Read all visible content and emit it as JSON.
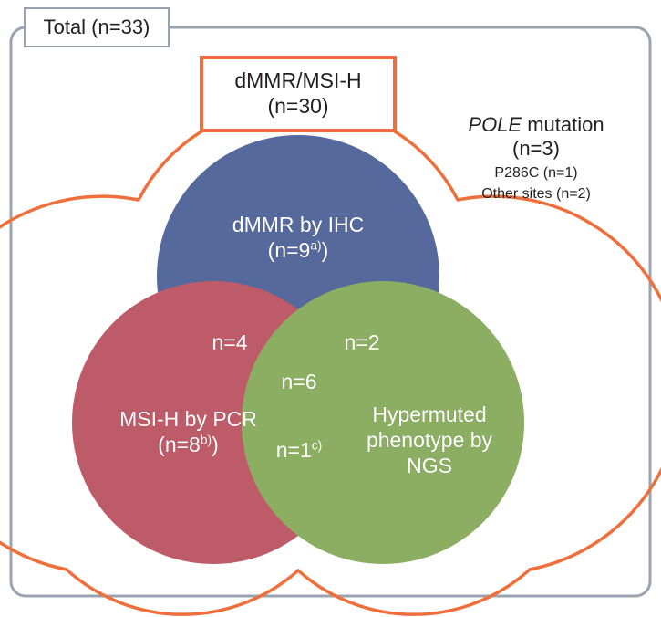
{
  "figure": {
    "type": "venn-diagram",
    "total_box": {
      "label": "Total (n=33)"
    },
    "category_box": {
      "line1": "dMMR/MSI-H",
      "line2": "(n=30)"
    },
    "pole": {
      "gene": "POLE",
      "word": " mutation",
      "count": "(n=3)",
      "detail1": "P286C (n=1)",
      "detail2": "Other sites (n=2)"
    },
    "sets": [
      {
        "id": "dmmr-ihc",
        "line1": "dMMR by IHC",
        "value_prefix": "(n=9",
        "value_sup": "a)",
        "value_suffix": ")",
        "color": "#56699c"
      },
      {
        "id": "msi-pcr",
        "line1": "MSI-H by PCR",
        "value_prefix": "(n=8",
        "value_sup": "b)",
        "value_suffix": ")",
        "color": "#bd5b69"
      },
      {
        "id": "hypermuted-ngs",
        "line1": "Hypermuted",
        "line2": "phenotype by",
        "line3": "NGS",
        "color": "#8cae63"
      }
    ],
    "intersections": [
      {
        "id": "ihc-pcr",
        "label": "n=4",
        "sup": ""
      },
      {
        "id": "ihc-ngs",
        "label": "n=2",
        "sup": ""
      },
      {
        "id": "all-three",
        "label": "n=6",
        "sup": ""
      },
      {
        "id": "pcr-ngs",
        "label": "n=1",
        "sup": "c)"
      }
    ],
    "colors": {
      "blue": "#56699c",
      "red": "#bd5b69",
      "green": "#8cae63",
      "orange": "#ef6f3c",
      "gray_border": "#9aa3b0",
      "text": "#231f20",
      "background": "#ffffff"
    }
  }
}
